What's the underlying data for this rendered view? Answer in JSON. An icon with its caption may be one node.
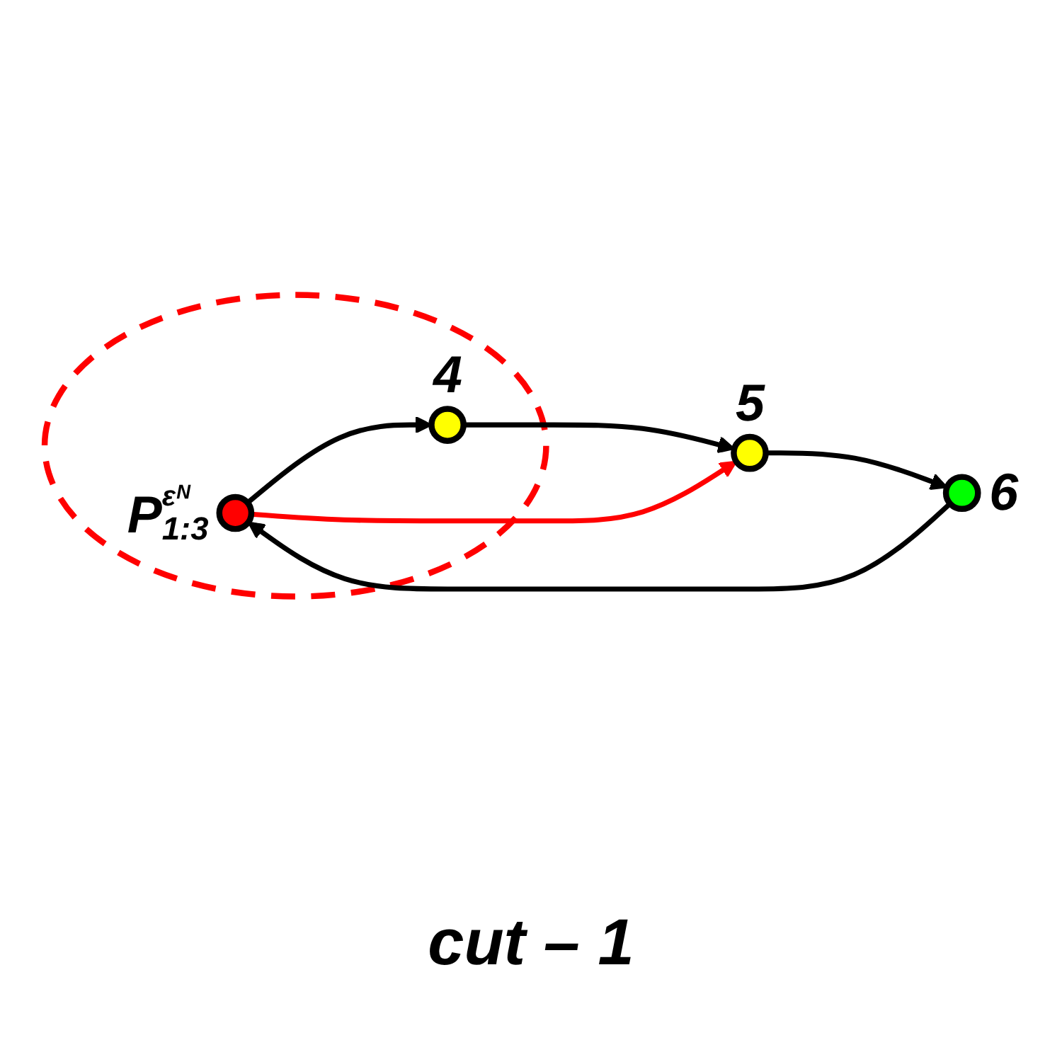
{
  "diagram": {
    "caption": "cut – 1",
    "nodes": [
      {
        "text": [],
        "shape": "ellipse"
      },
      {
        "text": [],
        "shape": "circle",
        "beside": [
          "P$^{εᴺ}$$_{1:3}$"
        ],
        "in": 0
      },
      {
        "text": [],
        "shape": "circle",
        "beside": [
          "4"
        ],
        "in": 0
      },
      {
        "text": [],
        "shape": "circle",
        "beside": [
          "5"
        ]
      },
      {
        "text": [],
        "shape": "circle",
        "beside": [
          "6"
        ]
      }
    ],
    "edges": [
      {
        "from": 1,
        "to": 2,
        "arrow": "to"
      },
      {
        "from": 2,
        "to": 3,
        "arrow": "to"
      },
      {
        "from": 3,
        "to": 4,
        "arrow": "to"
      },
      {
        "from": 4,
        "to": 1,
        "arrow": "to"
      },
      {
        "from": 1,
        "to": 3,
        "arrow": "to",
        "color": "#ff0000"
      }
    ]
  }
}
